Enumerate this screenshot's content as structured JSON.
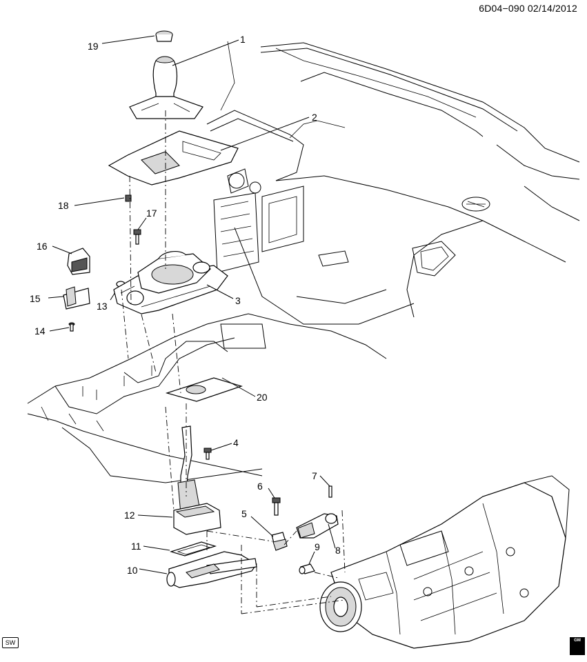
{
  "header": {
    "ref": "6D04−090  02/14/2012"
  },
  "callouts": [
    {
      "num": "1"
    },
    {
      "num": "2"
    },
    {
      "num": "3"
    },
    {
      "num": "4"
    },
    {
      "num": "5"
    },
    {
      "num": "6"
    },
    {
      "num": "7"
    },
    {
      "num": "8"
    },
    {
      "num": "9"
    },
    {
      "num": "10"
    },
    {
      "num": "11"
    },
    {
      "num": "12"
    },
    {
      "num": "13"
    },
    {
      "num": "14"
    },
    {
      "num": "15"
    },
    {
      "num": "16"
    },
    {
      "num": "17"
    },
    {
      "num": "18"
    },
    {
      "num": "19"
    },
    {
      "num": "20"
    }
  ],
  "footer": {
    "left_badge": "SW",
    "right_badge": "GM"
  }
}
